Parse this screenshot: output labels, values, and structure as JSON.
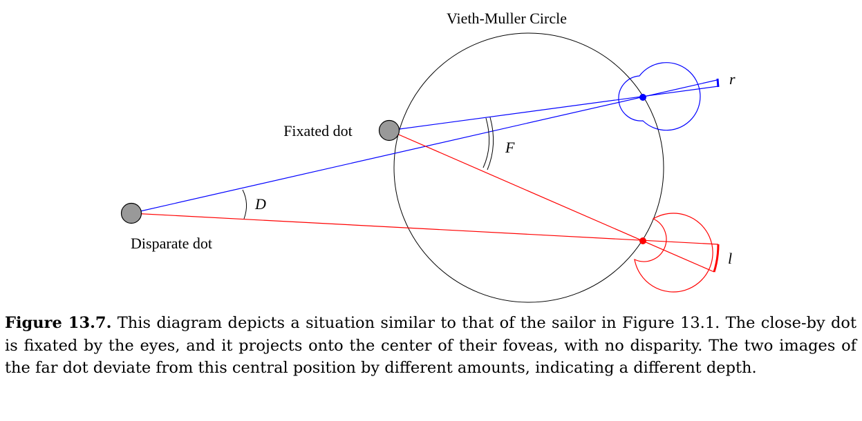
{
  "diagram": {
    "labels": {
      "circle": "Vieth-Muller Circle",
      "fixated_dot": "Fixated dot",
      "disparate_dot": "Disparate dot",
      "angle_f": "F",
      "angle_d": "D",
      "right_eye": "r",
      "left_eye": "l"
    },
    "colors": {
      "right_eye_lines": "#0000ff",
      "left_eye_lines": "#ff0000",
      "dots": "#999999",
      "circle": "#000000"
    }
  },
  "caption": {
    "label": "Figure 13.7.",
    "text": "This diagram depicts a situation similar to that of the sailor in Figure 13.1. The close-by dot is fixated by the eyes, and it projects onto the center of their foveas, with no disparity. The two images of the far dot deviate from this central position by different amounts, indicating a different depth."
  }
}
